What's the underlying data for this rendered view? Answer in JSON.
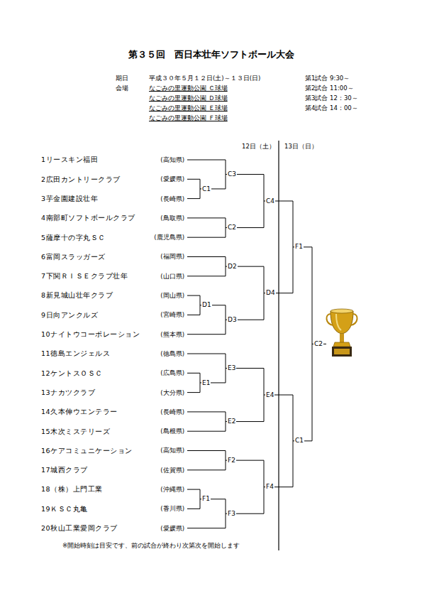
{
  "diagram": {
    "title": "第３５回　西日本壮年ソフトボール大会",
    "labels": [
      "期日",
      "平成３０年５月１２日(土)～１３日(日)",
      "会場",
      "なごみの里運動公園 Ｃ球場",
      "なごみの里運動公園 Ｄ球場",
      "なごみの里運動公園 Ｅ球場",
      "なごみの里運動公園 Ｆ球場",
      "第1試合 9:30～",
      "第2試合 11:00～",
      "第3試合 12：30～",
      "第4試合 14：00～",
      "12日（土）",
      "13日（日）",
      "1リースキン福田",
      "(高知県)",
      "2広田カントリークラブ",
      "(愛媛県)",
      "3芋金園建設壮年",
      "(長崎県)",
      "4南部町ソフトボールクラブ",
      "(鳥取県)",
      "5薩摩十の字丸ＳＣ",
      "(鹿児島県)",
      "6富岡スラッガーズ",
      "(福岡県)",
      "7下関ＲＩＳＥクラブ壮年",
      "(山口県)",
      "8新見城山壮年クラブ",
      "(岡山県)",
      "9日向アンクルズ",
      "(宮崎県)",
      "10ナイトウコーポレーション",
      "(熊本県)",
      "11徳島エンジェルス",
      "(徳島県)",
      "12ケントスＯＳＣ",
      "(広島県)",
      "13ナカツクラブ",
      "(大分県)",
      "14久本伸ウエンテラー",
      "(長崎県)",
      "15木次ミステリーズ",
      "(島根県)",
      "16ケアコミュニケーション",
      "(高知県)",
      "17城西クラブ",
      "(佐賀県)",
      "18（株）上門工業",
      "(沖縄県)",
      "19ＫＳＣ丸亀",
      "(香川県)",
      "20秋山工業愛岡クラブ",
      "(愛媛県)",
      "C3",
      "C1",
      "C4",
      "C2",
      "F1",
      "D2",
      "D1",
      "D4",
      "D3",
      "C2",
      "E3",
      "E1",
      "E4",
      "E2",
      "C1",
      "F2",
      "F4",
      "F1",
      "F3",
      "※開始時刻は目安です、前の試合が終わり次第次を開始します"
    ]
  }
}
